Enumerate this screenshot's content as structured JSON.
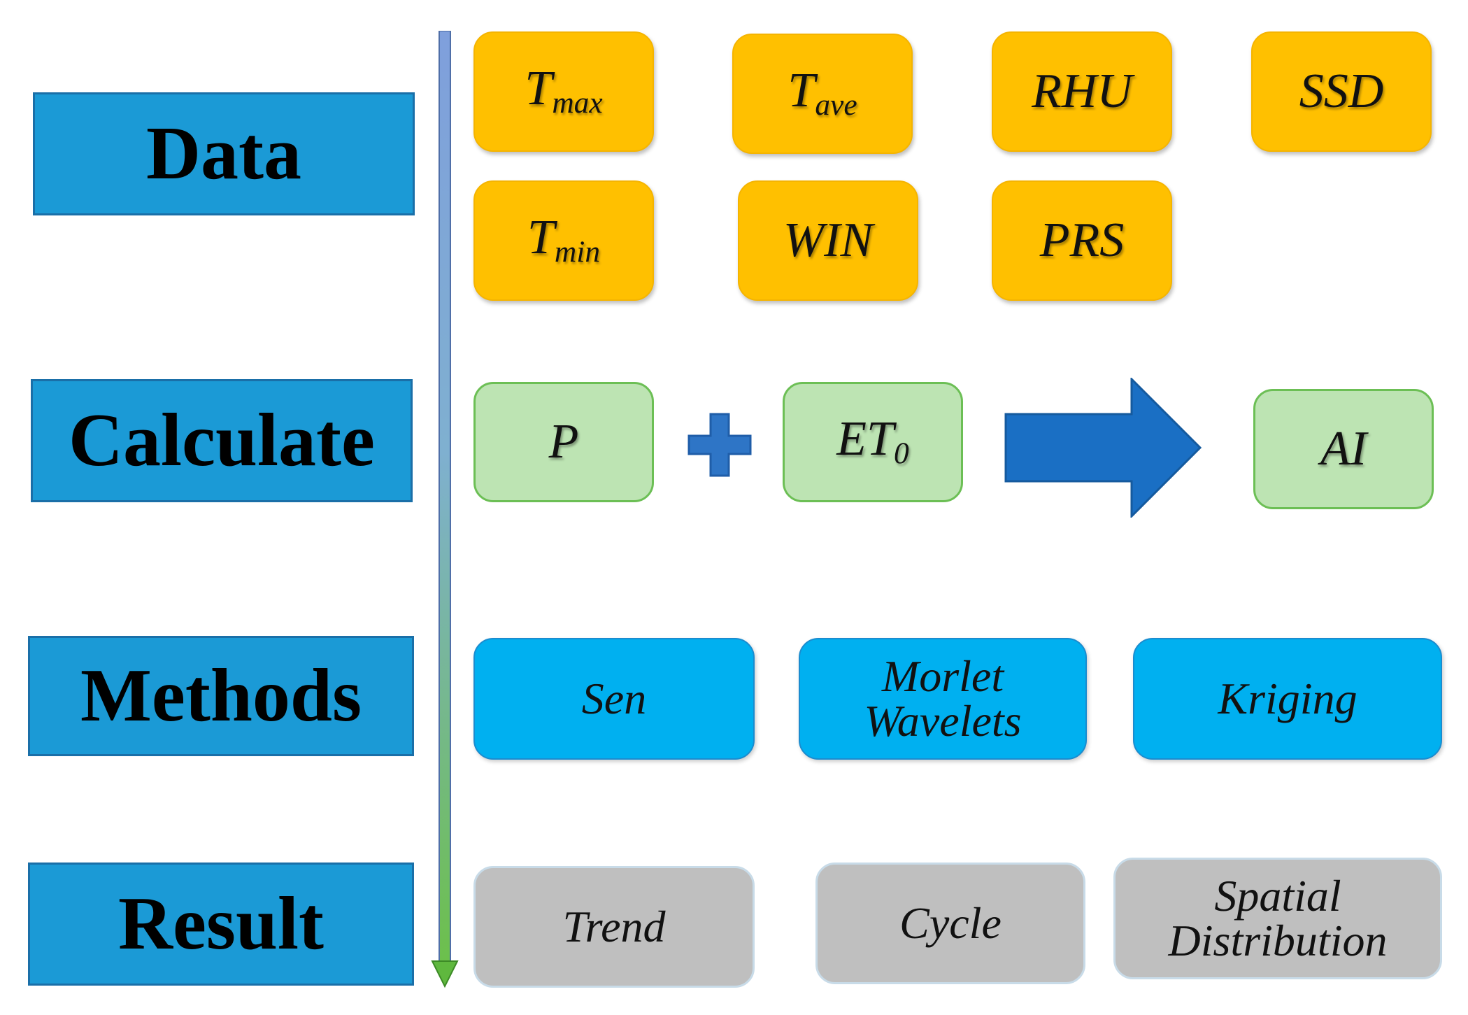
{
  "stages": {
    "data": "Data",
    "calculate": "Calculate",
    "methods": "Methods",
    "result": "Result"
  },
  "data_row": [
    {
      "main": "T",
      "sub": "max"
    },
    {
      "main": "T",
      "sub": "ave"
    },
    {
      "main": "RHU",
      "sub": ""
    },
    {
      "main": "SSD",
      "sub": ""
    },
    {
      "main": "T",
      "sub": "min"
    },
    {
      "main": "WIN",
      "sub": ""
    },
    {
      "main": "PRS",
      "sub": ""
    }
  ],
  "calculate_row": {
    "p": "P",
    "et0_main": "ET",
    "et0_sub": "0",
    "ai": "AI"
  },
  "methods_row": {
    "sen": "Sen",
    "morlet_line1": "Morlet",
    "morlet_line2": "Wavelets",
    "kriging": "Kriging"
  },
  "result_row": {
    "trend": "Trend",
    "cycle": "Cycle",
    "spatial_line1": "Spatial",
    "spatial_line2": "Distribution"
  },
  "colors": {
    "stage_label": "#1b9ad6",
    "data_box": "#ffc000",
    "calc_box": "#bde4b3",
    "method_box": "#00b0f0",
    "result_box": "#bfbfbf",
    "arrow": "#1a6fc4"
  }
}
